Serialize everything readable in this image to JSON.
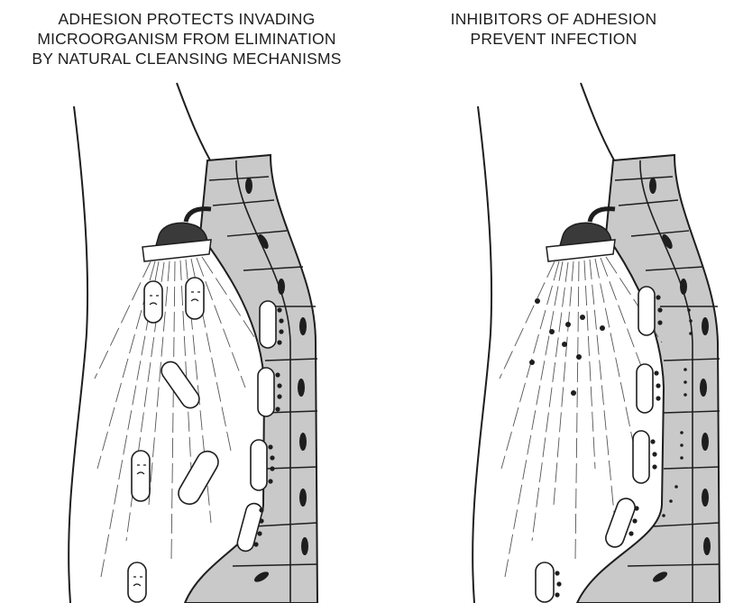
{
  "panels": [
    {
      "caption_lines": [
        "ADHESION PROTECTS INVADING",
        "MICROORGANISM FROM ELIMINATION",
        "BY NATURAL CLEANSING MECHANISMS"
      ]
    },
    {
      "caption_lines": [
        "INHIBITORS OF ADHESION",
        "PREVENT INFECTION"
      ]
    }
  ],
  "colors": {
    "ink": "#1e1e1e",
    "cell_fill": "#c9c9c9",
    "cell_dark": "#8a8a8a",
    "background": "#ffffff"
  }
}
